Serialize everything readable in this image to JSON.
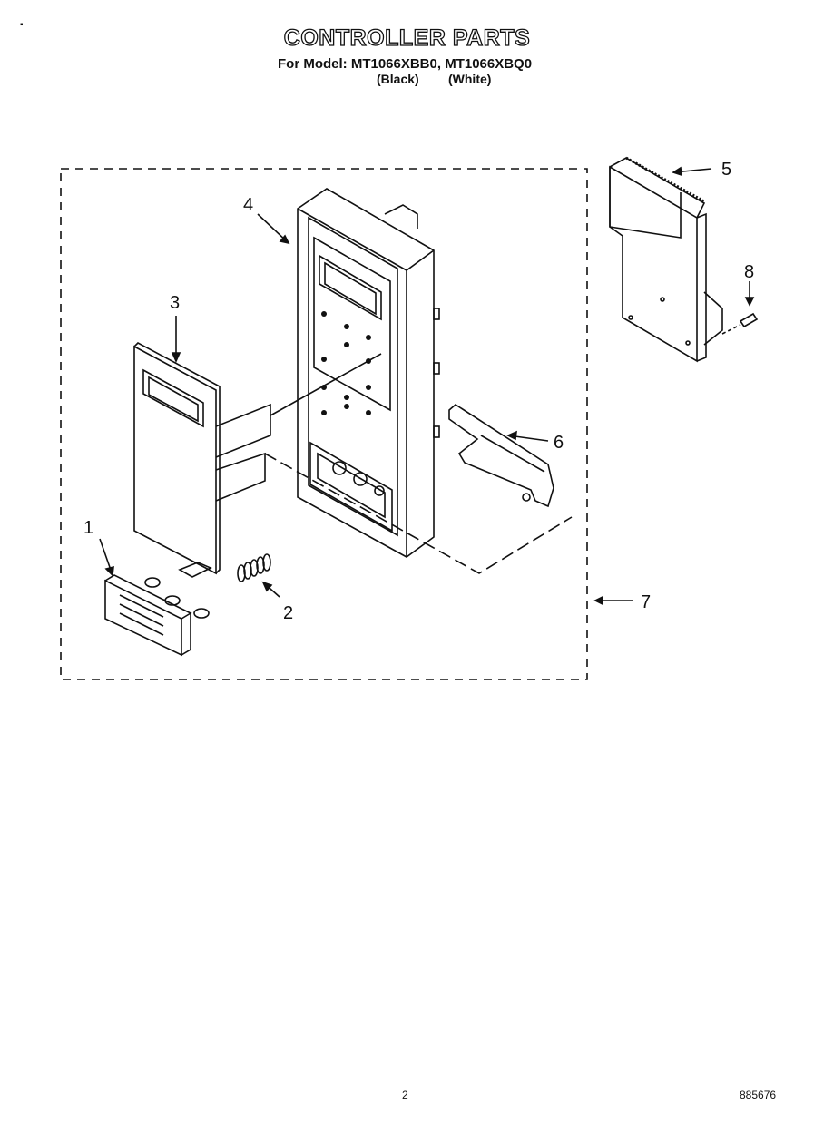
{
  "header": {
    "title": "CONTROLLER PARTS",
    "subtitle": "For Model: MT1066XBB0, MT1066XBQ0",
    "variant_black": "(Black)",
    "variant_white": "(White)"
  },
  "callouts": [
    "1",
    "2",
    "3",
    "4",
    "5",
    "6",
    "7",
    "8"
  ],
  "footer": {
    "page_number": "2",
    "document_number": "885676"
  },
  "colors": {
    "line": "#111111",
    "background": "#ffffff"
  }
}
